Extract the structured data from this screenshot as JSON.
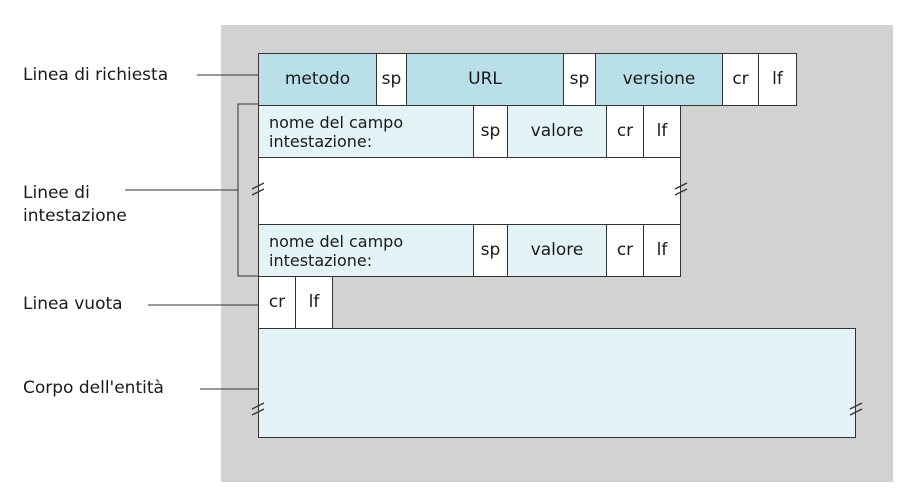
{
  "labels": {
    "request_line": "Linea di richiesta",
    "header_lines": "Linee di\nintestazione",
    "blank_line": "Linea vuota",
    "entity_body": "Corpo dell'entità"
  },
  "request_line": {
    "method": "metodo",
    "sp1": "sp",
    "url": "URL",
    "sp2": "sp",
    "version": "versione",
    "cr": "cr",
    "lf": "lf"
  },
  "header_line_1": {
    "field_name": "nome del campo\nintestazione:",
    "sp": "sp",
    "value": "valore",
    "cr": "cr",
    "lf": "lf"
  },
  "header_line_2": {
    "field_name": "nome del campo\nintestazione:",
    "sp": "sp",
    "value": "valore",
    "cr": "cr",
    "lf": "lf"
  },
  "blank_line": {
    "cr": "cr",
    "lf": "lf"
  },
  "colors": {
    "panel": "#d2d2d2",
    "dark_cell": "#b9dfe9",
    "light_cell": "#e3f3f6"
  }
}
